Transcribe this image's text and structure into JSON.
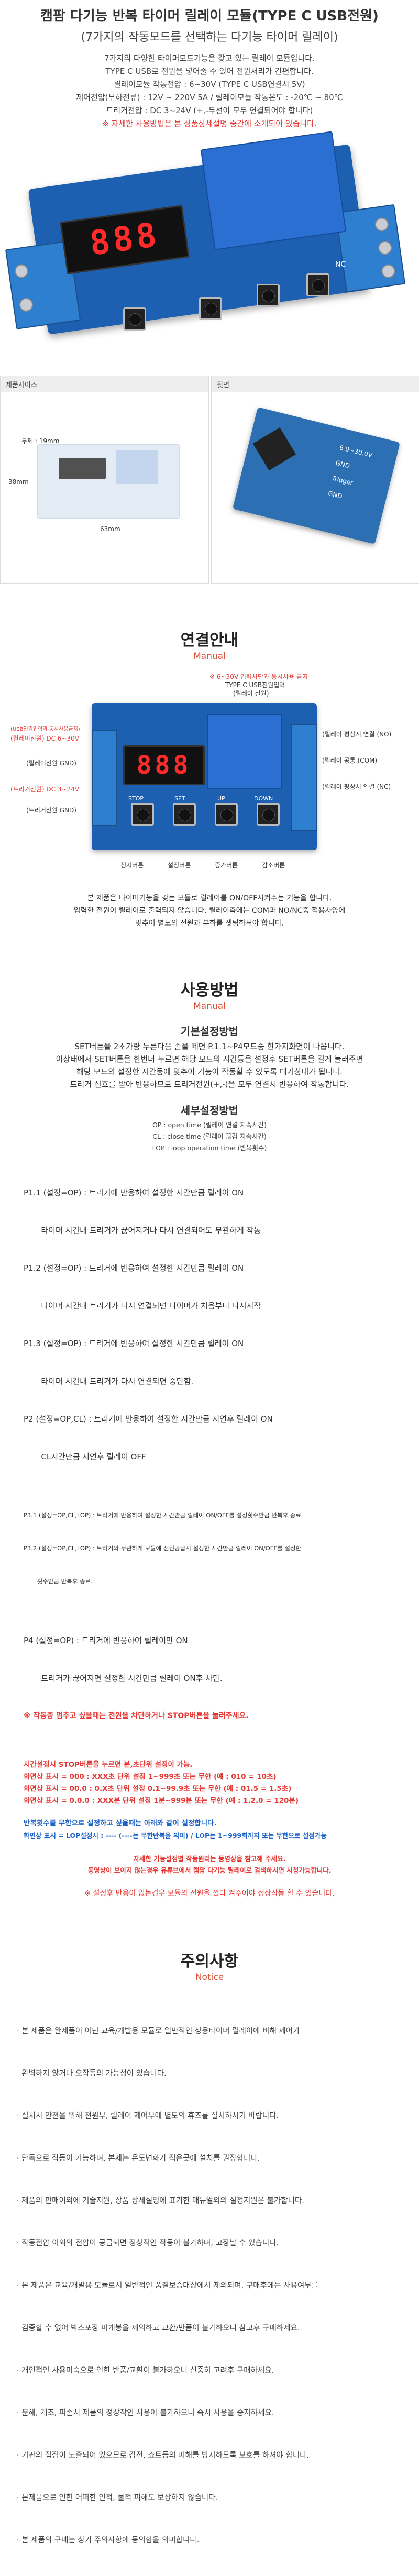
{
  "header": {
    "title": "캠팜 다기능 반복 타이머 릴레이 모듈(TYPE C USB전원)",
    "subtitle": "(7가지의 작동모드를 선택하는 다기능 타이머 릴레이)",
    "intro": [
      "7가지의 다양한 타이머모드기능을 갖고 있는 릴레이 모듈입니다.",
      "TYPE C USB로 전원을 넣어줄 수 있어 전원처리가 간편합니다.",
      "릴레이모듈 작동전압 : 6~30V (TYPE C USB연결시 5V)",
      "제어전압(부하전류) : 12V ~ 220V 5A / 릴레이모듈 작동온도 : -20℃ ~ 80℃",
      "트리거전압 : DC 3~24V (+,-두선이 모두 연결되어야 합니다)"
    ],
    "warning": "※ 자세한 사용방법은 본 상품상세설명 중간에 소개되어 있습니다."
  },
  "hero": {
    "display": "888",
    "relay_label": "NC"
  },
  "panels": {
    "size_label": "제품사이즈",
    "back_label": "뒷면",
    "dim_height": "두께 : 19mm",
    "dim_width": "63mm",
    "dim_depth": "38mm",
    "back_pins": [
      "6.0~30.0V",
      "GND",
      "Trigger",
      "GND"
    ]
  },
  "connection": {
    "title": "연결안내",
    "subtitle": "Manual",
    "top_note": [
      "※ 6~30V 입력차단과 동시사용 금지",
      "TYPE C USB전원입력",
      "(릴레이 전원)"
    ],
    "left_labels": [
      "(USB전원입력과 동시사용금지)",
      "(릴레이전원) DC 6~30V",
      "(릴레이전원 GND)",
      "(트리거전원) DC 3~24V",
      "(트리거전원 GND)"
    ],
    "right_labels": [
      "(릴레이 평상시 연결 (NO)",
      "(릴레이 공통 (COM)",
      "(릴레이 평상시 연결 (NC)"
    ],
    "bottom_labels": [
      "정지버튼",
      "설정버튼",
      "증가버튼",
      "감소버튼"
    ],
    "board_display": "888",
    "board_buttons": [
      "STOP",
      "SET",
      "UP",
      "DOWN"
    ],
    "desc": [
      "본 제품은 타이머기능을 갖는 모듈로 릴레이를 ON/OFF시켜주는 기능을 합니다.",
      "입력한 전원이 릴레이로 출력되지 않습니다. 릴레이측에는 COM과 NO/NC중 적용사양에",
      "맞추어 별도의 전원과 부하를 셋팅하셔야 합니다."
    ]
  },
  "usage": {
    "title": "사용방법",
    "subtitle": "Manual",
    "basic_title": "기본설정방법",
    "basic_lines": [
      "SET버튼을 2초가량 누른다음 손을 떼면 P.1.1~P4모드중 한가지화면이 나옵니다.",
      "이상태에서 SET버튼을 한번더 누르면 해당 모드의 시간등을 설정후 SET버튼을 길게 눌러주면",
      "해당 모드의 설정한 시간등에 맞추어 기능이 작동할 수 있도록 대기상태가 됩니다.",
      "트리거 신호를 받아 반응하므로 트리거전원(+,-)을 모두 연결시 반응하여 작동합니다."
    ],
    "detail_title": "세부설정방법",
    "legend": [
      "OP : open time (릴레이 연결 지속시간)",
      "CL : close time (릴레이 끊김 지속시간)",
      "LOP : loop operation time (반복횟수)"
    ],
    "modes": [
      "P1.1 (설정=OP) : 트리거에 반응하여 설정한 시간만큼 릴레이 ON",
      "       타이머 시간내 트리거가 끊어지거나 다시 연결되어도 무관하게 작동",
      "P1.2 (설정=OP) : 트리거에 반응하여 설정한 시간만큼 릴레이 ON",
      "       타이머 시간내 트리거가 다시 연결되면 타이머가 처음부터 다시시작",
      "P1.3 (설정=OP) : 트리거에 반응하여 설정한 시간만큼 릴레이 ON",
      "       타이머 시간내 트리거가 다시 연결되면 중단함.",
      "P2 (설정=OP,CL) : 트리거에 반응하여 설정한 시간만큼 지연후 릴레이 ON",
      "       CL시간만큼 지연후 릴레이 OFF"
    ],
    "modes_small": [
      "P3.1 (설정=OP,CL,LOP) : 트리거에 반응하여 설정한 시간만큼 릴레이 ON/OFF를 설정횟수만큼 반복후 종료",
      "P3.2 (설정=OP,CL,LOP) : 트리거와 무관하게 모듈에 전원공급시 설정한 시간만큼 릴레이 ON/OFF를 설정한",
      "       횟수만큼 반복후 종료."
    ],
    "modes_after": [
      "P4 (설정=OP) : 트리거에 반응하여 릴레이만 ON",
      "       트리거가 끊어지면 설정한 시간만큼 릴레이 ON후 차단."
    ],
    "stop_note": "※ 작동중 멈추고 싶을때는 전원을 차단하거나 STOP버튼을 눌러주세요.",
    "time_title": "시간설정시 STOP버튼을 누르면 분,초단위 설정이 가능.",
    "time_lines": [
      "화면상 표시 = 000 : XXX초 단위 설정 1~999초 또는 무한 (예 : 010 = 10초)",
      "화면상 표시 = 00.0 : 0.X초 단위 설정 0.1~99.9초 또는 무한 (예 : 01.5 = 1.5초)",
      "화면상 표시 = 0.0.0 : XXX분 단위 설정 1분~999분 또는 무한 (예 : 1.2.0 = 120분)"
    ],
    "loop_title": "반복횟수를 무한으로 설정하고 싶을때는 아래와 같이 설정합니다.",
    "loop_line": "화면상 표시 = LOP설정시 : ---- (----는 무한반복을 의미) / LOP는 1~999회까지 또는 무한으로 설정가능",
    "warn_lines": [
      "자세한 기능설정별 작동원리는 동영상을 참고해 주세요.",
      "동영상이 보이지 않는경우 유튜브에서 캠팜 다기능 릴레이로 검색하시면 시청가능합니다."
    ],
    "footnote": "※ 설정후 반응이 없는경우 모듈의 전원을 껐다 켜주어야 정상작동 할 수 있습니다."
  },
  "notice": {
    "title": "주의사항",
    "subtitle": "Notice",
    "items": [
      "· 본 제품은 완제품이 아닌 교육/개발용 모듈로 일반적인 상용타이머 릴레이에 비해 제어가",
      "  완벽하지 않거나 오작동의 가능성이 있습니다.",
      "· 설치시 안전을 위해 전원부, 릴레이 제어부에 별도의 휴즈를 설치하시기 바랍니다.",
      "· 단독으로 작동이 가능하며, 본제는 온도변화가 적은곳에 설치를 권장합니다.",
      "· 제품의 판매이외에 기술지원, 상품 상세설명에 표기한 매뉴얼외의 설정지원은 불가합니다.",
      "· 작동전압 이외의 전압이 공급되면 정상적인 작동이 불가하며, 고장날 수 있습니다.",
      "· 본 제품은 교육/개발용 모듈로서 일반적인 품질보증대상에서 제외되며, 구매후에는 사용여부를",
      "  검증할 수 없어 박스포장 미개봉을 제외하고 교환/반품이 불가하오니 참고후 구매하세요.",
      "· 개인적인 사용미숙으로 인한 반품/교환이 불가하오니 신중히 고려후 구매하세요.",
      "· 분해, 개조, 파손시 제품의 정상작인 사용이 불가하오니 즉시 사용을 중지하세요.",
      "· 기판의 접점이 노출되어 있으므로 감전, 쇼트등의 피해를 방지하도록 보호를 하셔야 합니다.",
      "· 본제품으로 인한 어떠한 인적, 물적 피해도 보상하지 않습니다.",
      "· 본 제품의 구매는 상기 주의사항에 동의함을 의미합니다."
    ]
  },
  "colors": {
    "accent_red": "#e53935",
    "accent_blue": "#1e63c7",
    "pcb": "#1d5fb0",
    "display_red": "#ff2a2a"
  }
}
